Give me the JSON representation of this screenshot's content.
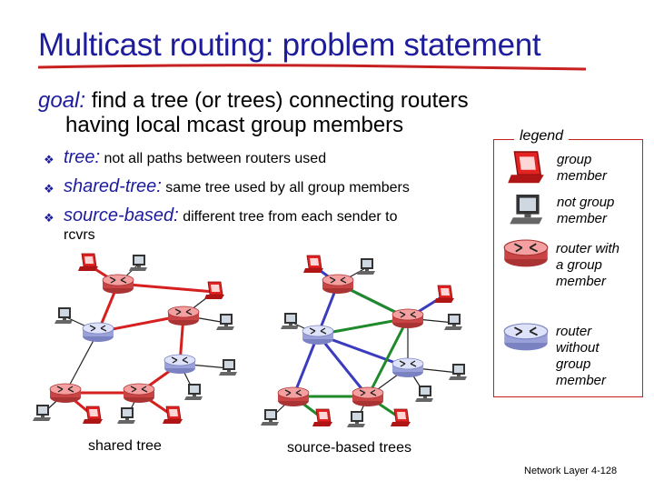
{
  "title": "Multicast routing: problem statement",
  "goal": {
    "keyword": "goal:",
    "line1": "find a tree (or trees) connecting routers",
    "line2": "having local mcast group members"
  },
  "bullets": [
    {
      "keyword": "tree:",
      "text": "not all paths between routers used"
    },
    {
      "keyword": "shared-tree:",
      "text": "same tree used by all group members"
    },
    {
      "keyword": "source-based:",
      "text": "different tree from each sender to",
      "continuation": "rcvrs"
    }
  ],
  "legend": {
    "title": "legend",
    "group_member": "group member",
    "not_group_member": "not group member",
    "router_with_member": "router with a group member",
    "router_without_member": "router without group member"
  },
  "captions": {
    "shared_tree": "shared tree",
    "source_based": "source-based trees"
  },
  "footer": {
    "text": "Network Layer",
    "page": "4-128"
  },
  "colors": {
    "title": "#1c1c9c",
    "shared_tree_edge": "#d61f1f",
    "source_tree_blue": "#3b3bbf",
    "source_tree_green": "#1e8a2a",
    "member_host": "#d61f1f",
    "router_member": "#f07a7a",
    "router_plain": "#b9bfe8",
    "legend_border": "#c62020"
  }
}
